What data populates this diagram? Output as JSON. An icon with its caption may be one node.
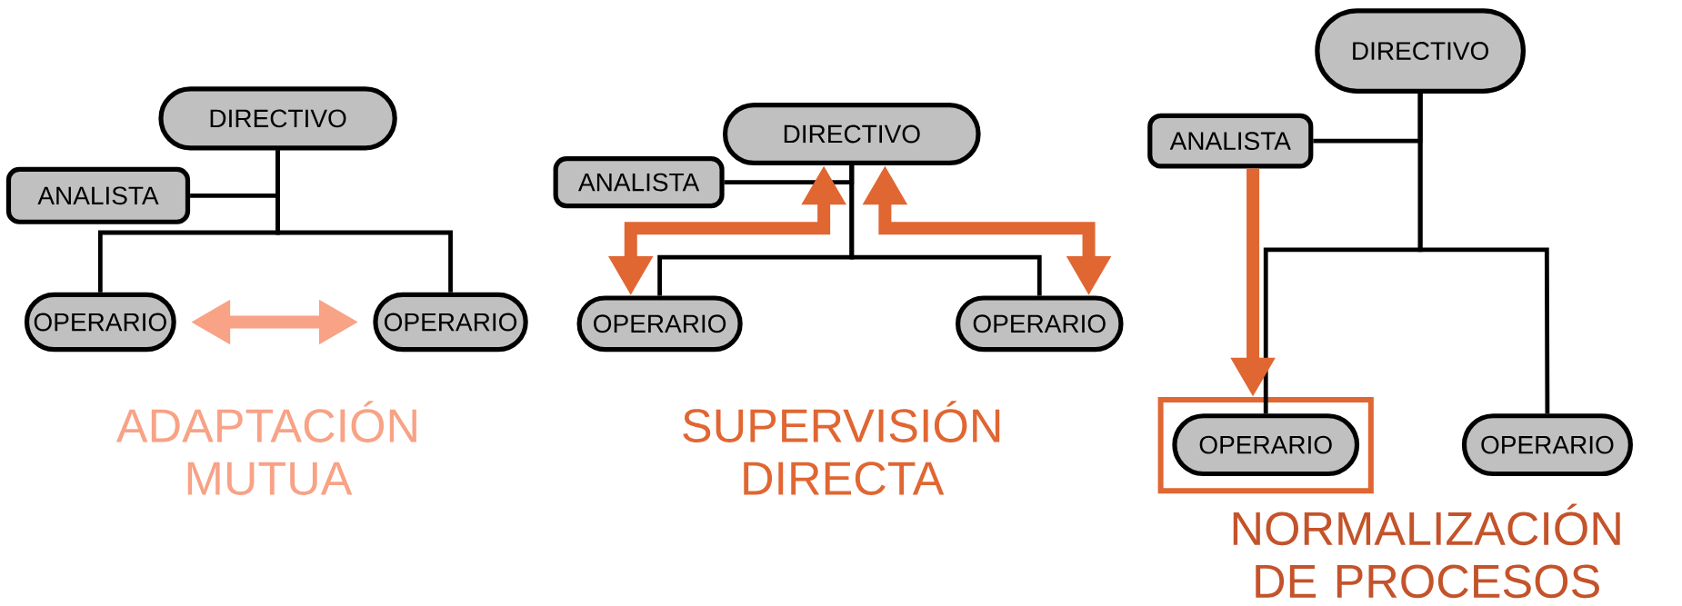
{
  "diagram": {
    "nodes": [
      {
        "text": [
          "DIRECTIVO"
        ]
      },
      {
        "text": [
          "ANALISTA"
        ]
      },
      {
        "text": [
          "OPERARIO"
        ]
      },
      {
        "text": [
          "OPERARIO"
        ]
      },
      {
        "text": [
          "DIRECTIVO"
        ]
      },
      {
        "text": [
          "ANALISTA"
        ]
      },
      {
        "text": [
          "OPERARIO"
        ]
      },
      {
        "text": [
          "OPERARIO"
        ]
      },
      {
        "text": [
          "DIRECTIVO"
        ]
      },
      {
        "text": [
          "ANALISTA"
        ]
      },
      {
        "text": [],
        "shape": "box"
      },
      {
        "text": [
          "OPERARIO"
        ],
        "in": 10
      },
      {
        "text": [
          "OPERARIO"
        ]
      }
    ],
    "edges": [
      {
        "from": 0,
        "to": 2,
        "arrow": "none"
      },
      {
        "from": 0,
        "to": 3,
        "arrow": "none"
      },
      {
        "from": 1,
        "to": 0,
        "arrow": "none"
      },
      {
        "from": 2,
        "to": 3,
        "arrow": "both",
        "style": "thick",
        "color": "#f8a286"
      },
      {
        "from": 4,
        "to": 6,
        "arrow": "none"
      },
      {
        "from": 4,
        "to": 7,
        "arrow": "none"
      },
      {
        "from": 5,
        "to": 4,
        "arrow": "none"
      },
      {
        "from": 4,
        "to": 6,
        "arrow": "both",
        "style": "thick",
        "color": "#e06632"
      },
      {
        "from": 4,
        "to": 7,
        "arrow": "both",
        "style": "thick",
        "color": "#e06632"
      },
      {
        "from": 8,
        "to": 11,
        "arrow": "none"
      },
      {
        "from": 8,
        "to": 12,
        "arrow": "none"
      },
      {
        "from": 9,
        "to": 8,
        "arrow": "none"
      },
      {
        "from": 9,
        "to": 10,
        "arrow": "to",
        "style": "thick",
        "color": "#e06632"
      }
    ],
    "labels": [
      "ADAPTACIÓN MUTUA",
      "SUPERVISIÓN DIRECTA",
      "NORMALIZACIÓN DE PROCESOS"
    ]
  }
}
